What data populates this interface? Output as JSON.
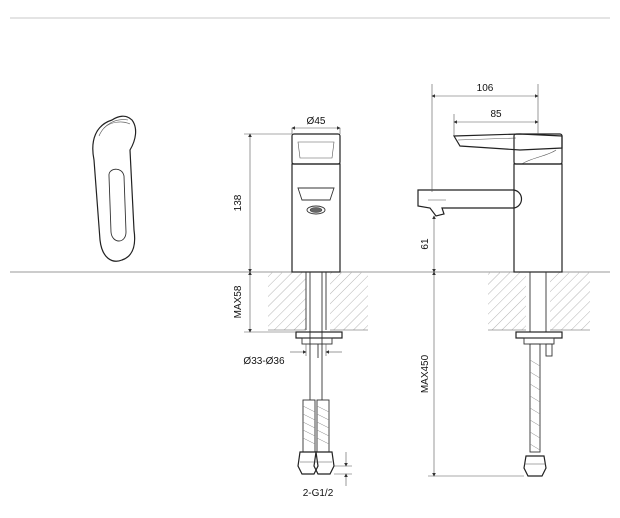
{
  "dimensions": {
    "top_diameter": "Ø45",
    "height": "138",
    "max_counter_thickness": "MAX58",
    "hole_diameter": "Ø33-Ø36",
    "hose_connection": "2-G1/2",
    "overall_depth": "106",
    "spout_reach": "85",
    "spout_clearance": "61",
    "max_hose_length": "MAX450"
  },
  "colors": {
    "line": "#333333",
    "hatch": "#b5b5b5",
    "text": "#111111"
  }
}
